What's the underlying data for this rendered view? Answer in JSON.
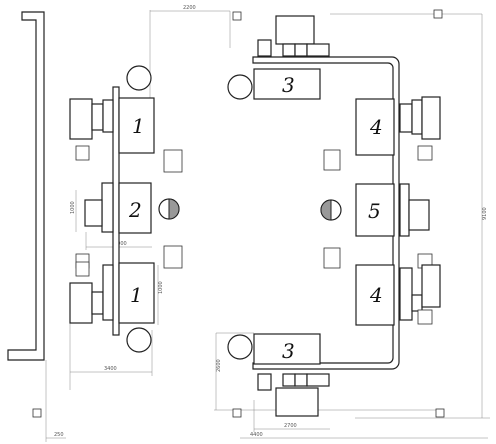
{
  "labels": {
    "m1_top": "1",
    "m2": "2",
    "m1_bottom": "1",
    "m3_top": "3",
    "m3_bottom": "3",
    "m4_top": "4",
    "m5": "5",
    "m4_bottom": "4"
  },
  "dimensions": {
    "d_top": "2200",
    "d_height_right": "9100",
    "d_bottom_right": "4400",
    "d_bottom_left": "250",
    "d_left_width": "3400",
    "d_left_inner": "2000",
    "d_left_inner_v": "1000",
    "d_left_v": "1000",
    "d_bottom_mid": "2700",
    "d_bottom_mid_v": "2600"
  }
}
